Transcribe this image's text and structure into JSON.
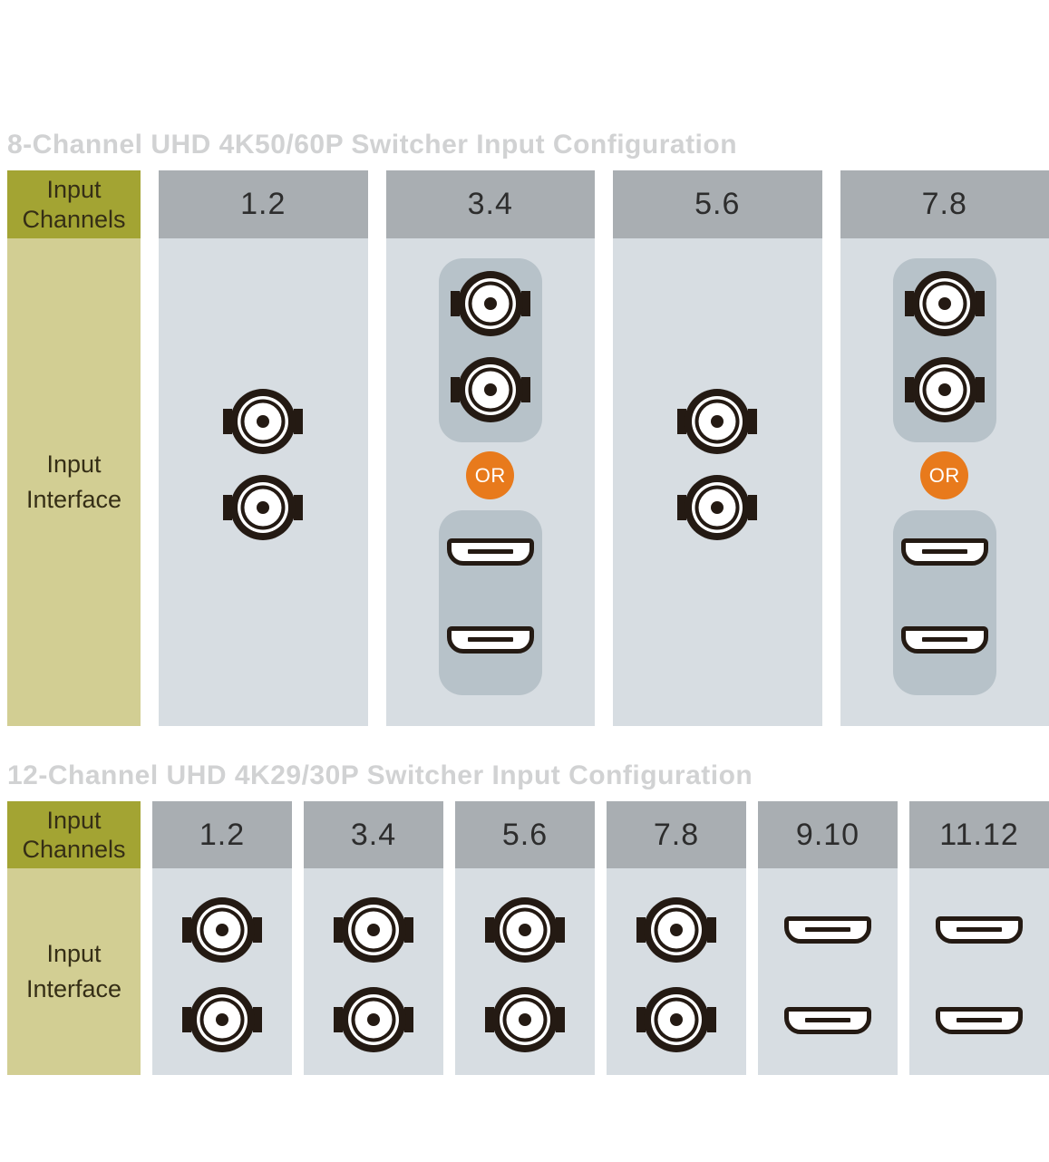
{
  "colors": {
    "olive": "#a3a433",
    "khaki": "#d2ce93",
    "header-gray": "#a9aeb2",
    "cell-bg": "#d7dde2",
    "container-bg": "#b7c2c9",
    "icon-dark": "#241a13",
    "or-orange": "#e87a1c",
    "title-gray": "#d1d2d3",
    "label-text": "#352e16",
    "num-text": "#2d2d2d",
    "page-bg": "#ffffff"
  },
  "tables": [
    {
      "title": "8-Channel UHD 4K50/60P Switcher Input Configuration",
      "row_header": {
        "channels": "Input Channels",
        "interface": "Input Interface"
      },
      "columns": [
        {
          "label": "1.2",
          "interface_type": "sdi",
          "icons": [
            "bnc-connector-icon",
            "bnc-connector-icon"
          ]
        },
        {
          "label": "3.4",
          "interface_type": "sdi-or-hdmi",
          "or_label": "OR",
          "icons": [
            "bnc-connector-icon",
            "bnc-connector-icon",
            "hdmi-port-icon",
            "hdmi-port-icon"
          ]
        },
        {
          "label": "5.6",
          "interface_type": "sdi",
          "icons": [
            "bnc-connector-icon",
            "bnc-connector-icon"
          ]
        },
        {
          "label": "7.8",
          "interface_type": "sdi-or-hdmi",
          "or_label": "OR",
          "icons": [
            "bnc-connector-icon",
            "bnc-connector-icon",
            "hdmi-port-icon",
            "hdmi-port-icon"
          ]
        }
      ]
    },
    {
      "title": "12-Channel UHD 4K29/30P Switcher Input Configuration",
      "row_header": {
        "channels": "Input Channels",
        "interface": "Input Interface"
      },
      "columns": [
        {
          "label": "1.2",
          "interface_type": "sdi",
          "icons": [
            "bnc-connector-icon",
            "bnc-connector-icon"
          ]
        },
        {
          "label": "3.4",
          "interface_type": "sdi",
          "icons": [
            "bnc-connector-icon",
            "bnc-connector-icon"
          ]
        },
        {
          "label": "5.6",
          "interface_type": "sdi",
          "icons": [
            "bnc-connector-icon",
            "bnc-connector-icon"
          ]
        },
        {
          "label": "7.8",
          "interface_type": "sdi",
          "icons": [
            "bnc-connector-icon",
            "bnc-connector-icon"
          ]
        },
        {
          "label": "9.10",
          "interface_type": "hdmi",
          "icons": [
            "hdmi-port-icon",
            "hdmi-port-icon"
          ]
        },
        {
          "label": "11.12",
          "interface_type": "hdmi",
          "icons": [
            "hdmi-port-icon",
            "hdmi-port-icon"
          ]
        }
      ]
    }
  ]
}
